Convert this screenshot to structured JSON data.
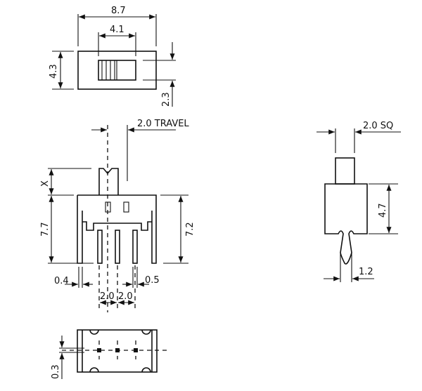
{
  "top_view": {
    "width": "8.7",
    "slider_width": "4.1",
    "height": "4.3",
    "slider_offset": "2.3"
  },
  "front_view": {
    "travel": "2.0 TRAVEL",
    "actuator_height": "X",
    "total_height": "7.7",
    "body_height": "7.2",
    "leg_width": "0.4",
    "pin_width": "0.5",
    "pitch_1": "2.0",
    "pitch_2": "2.0"
  },
  "bottom_view": {
    "pin_thickness": "0.3"
  },
  "side_view": {
    "actuator_size": "2.0 SQ",
    "body_height": "4.7",
    "pin_width": "1.2"
  }
}
